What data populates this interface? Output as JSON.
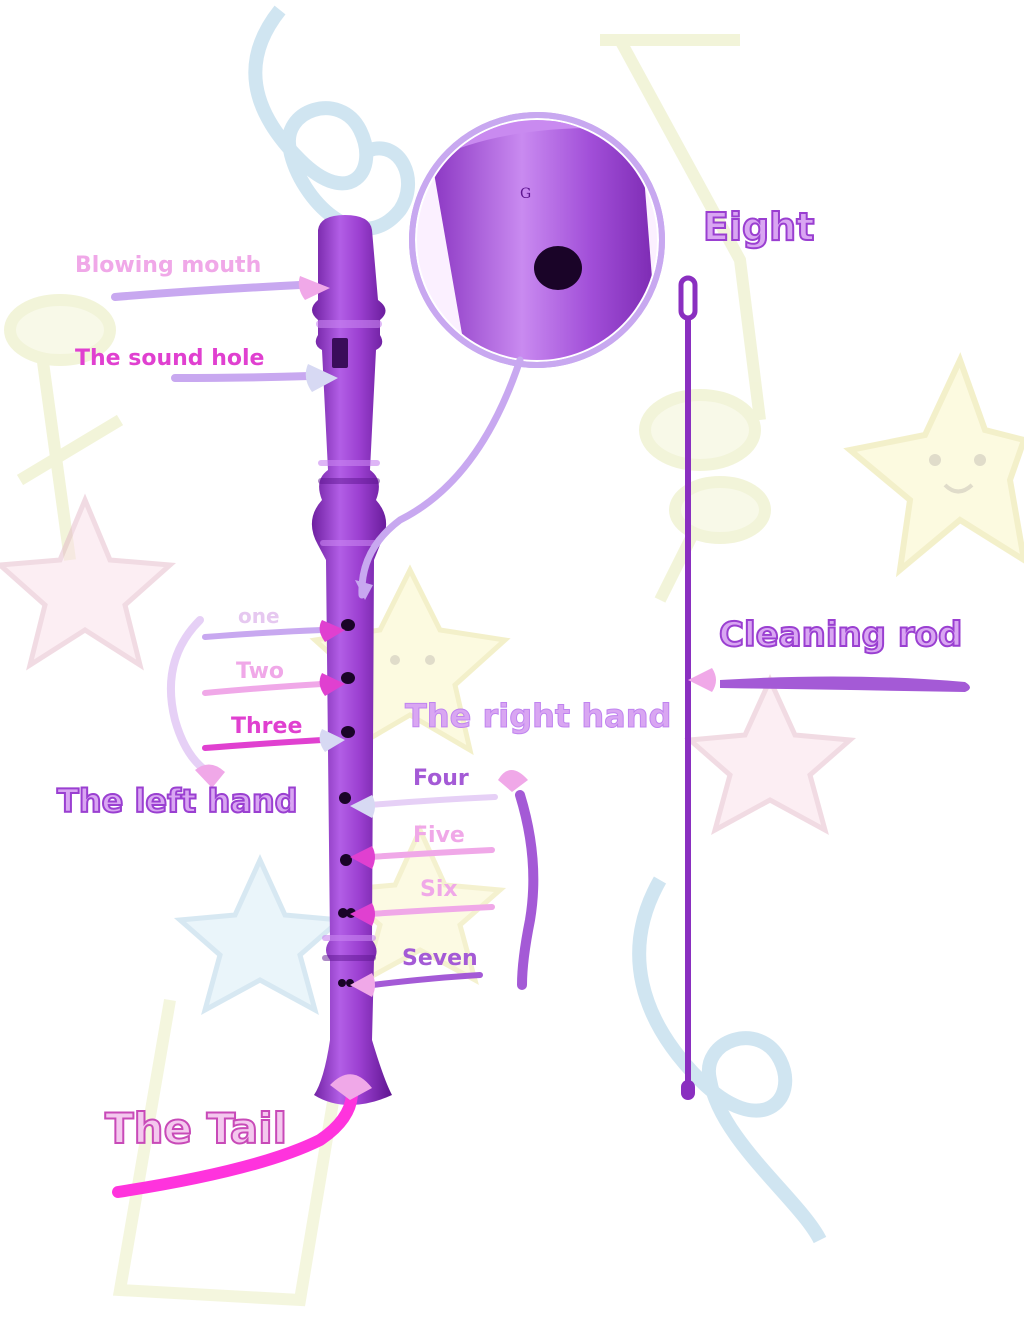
{
  "labels": {
    "blowing_mouth": "Blowing mouth",
    "sound_hole": "The sound hole",
    "eight": "Eight",
    "one": "one",
    "two": "Two",
    "three": "Three",
    "left_hand": "The left hand",
    "right_hand": "The right hand",
    "four": "Four",
    "five": "Five",
    "six": "Six",
    "seven": "Seven",
    "cleaning_rod": "Cleaning rod",
    "tail": "The Tail",
    "hole_letter": "G"
  },
  "colors": {
    "recorder": "#9b3fd0",
    "recorder_dark": "#6e1fa0",
    "recorder_light": "#c77ff0",
    "rod": "#8a2fc0",
    "label_light_pink": "#f0a8e8",
    "label_magenta": "#e040d0",
    "label_lilac": "#c8a8f0",
    "label_purple": "#a45ad6",
    "tail_stroke": "#ff33dd"
  },
  "icons": [
    "treble-clef-icon",
    "music-note-icon",
    "star-face-icon",
    "arrow-pointer-icon",
    "magnifier-circle-icon"
  ]
}
